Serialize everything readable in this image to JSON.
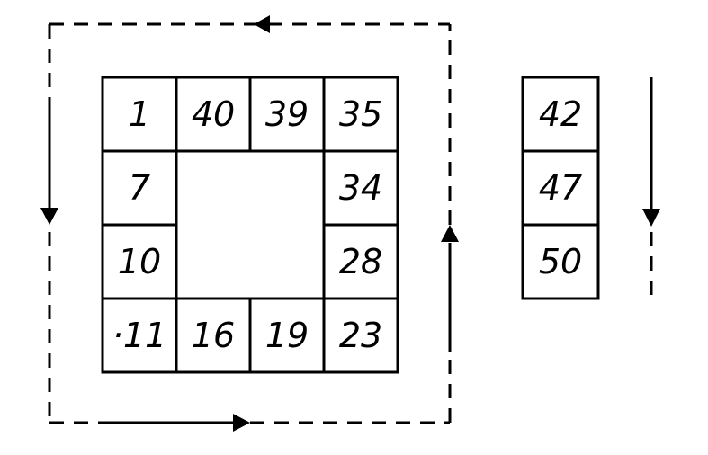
{
  "square": {
    "top_row": [
      "1",
      "40",
      "39",
      "35"
    ],
    "left_col_mid": [
      "7",
      "10"
    ],
    "right_col_mid": [
      "34",
      "28"
    ],
    "bottom_row": [
      "·11",
      "16",
      "19",
      "23"
    ]
  },
  "column": [
    "42",
    "47",
    "50"
  ]
}
